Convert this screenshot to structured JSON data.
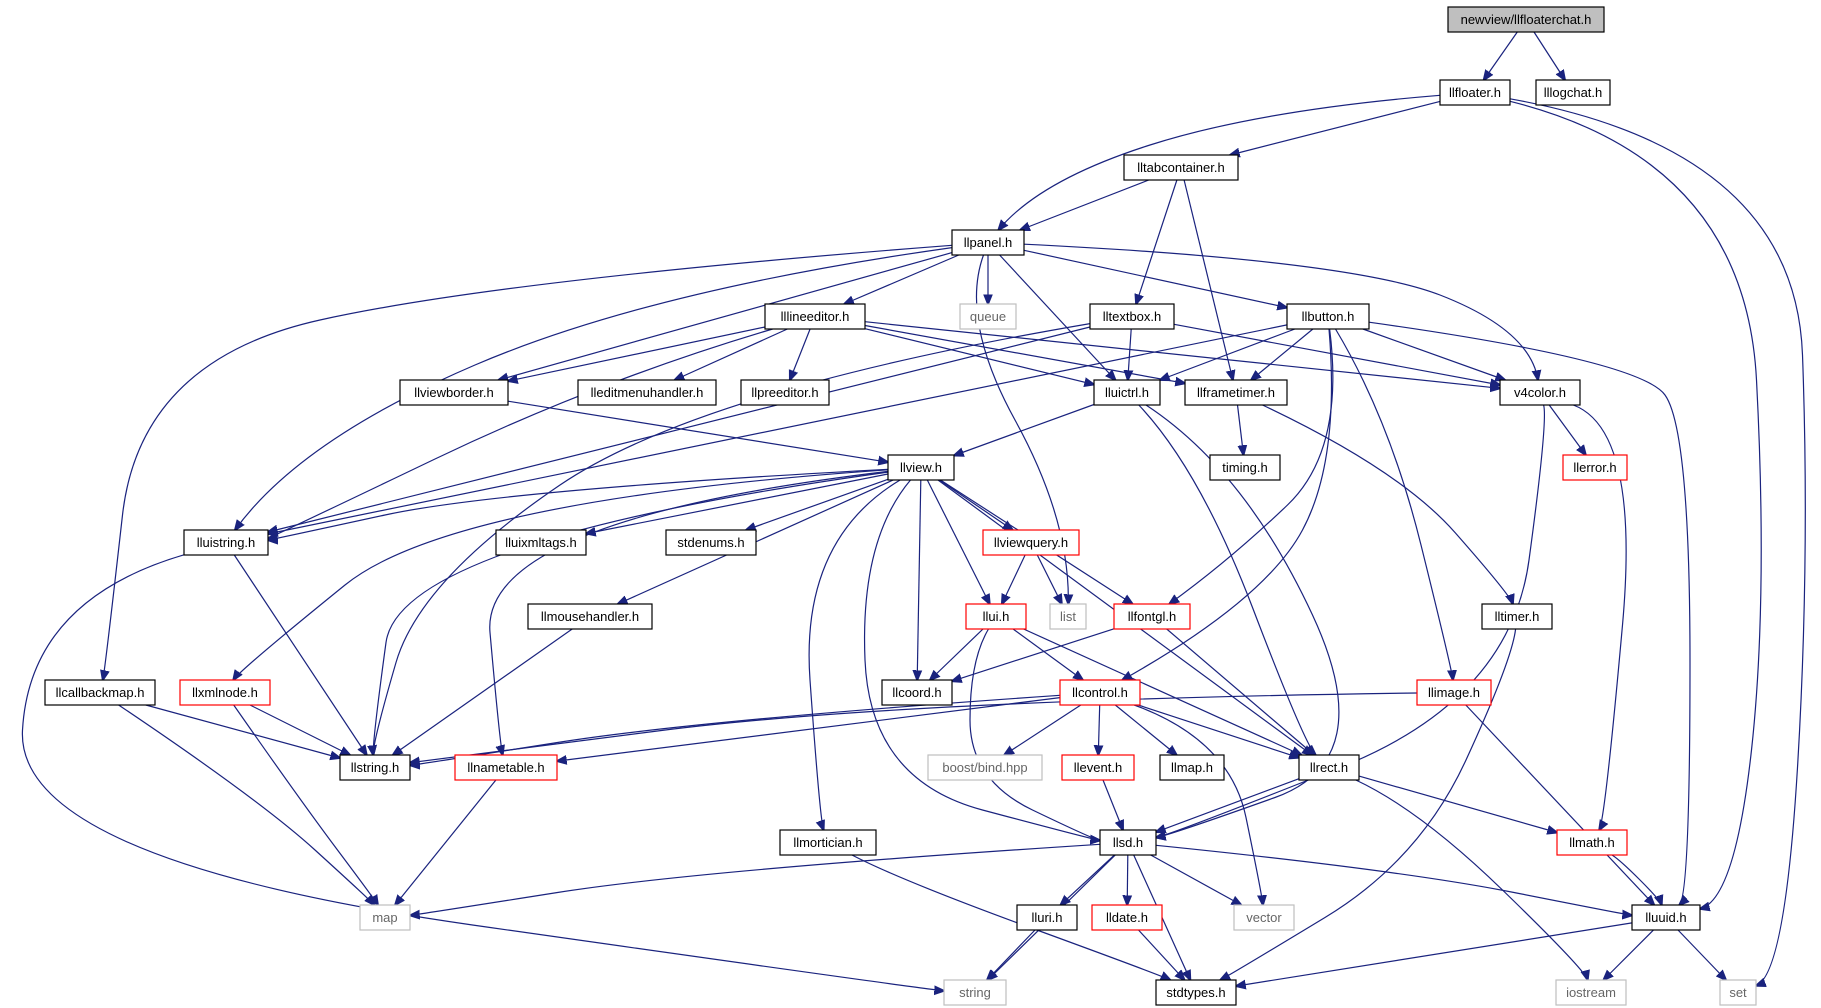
{
  "colors": {
    "edge": "#1a237e",
    "root_fill": "#bfbfbf",
    "node_border": "#000000",
    "undocumented_border": "#ff0000",
    "external_border": "#bfbfbf",
    "external_text": "#666666",
    "text": "#000000"
  },
  "nodes": [
    {
      "id": "root",
      "label": "newview/llfloaterchat.h",
      "kind": "root"
    },
    {
      "id": "llfloater",
      "label": "llfloater.h",
      "kind": "normal"
    },
    {
      "id": "lllogchat",
      "label": "lllogchat.h",
      "kind": "normal"
    },
    {
      "id": "lltabcontainer",
      "label": "lltabcontainer.h",
      "kind": "normal"
    },
    {
      "id": "llpanel",
      "label": "llpanel.h",
      "kind": "normal"
    },
    {
      "id": "queue",
      "label": "queue",
      "kind": "external"
    },
    {
      "id": "lllineeditor",
      "label": "lllineeditor.h",
      "kind": "normal"
    },
    {
      "id": "lltextbox",
      "label": "lltextbox.h",
      "kind": "normal"
    },
    {
      "id": "llbutton",
      "label": "llbutton.h",
      "kind": "normal"
    },
    {
      "id": "llviewborder",
      "label": "llviewborder.h",
      "kind": "normal"
    },
    {
      "id": "lleditmenuhandler",
      "label": "lleditmenuhandler.h",
      "kind": "normal"
    },
    {
      "id": "llpreeditor",
      "label": "llpreeditor.h",
      "kind": "normal"
    },
    {
      "id": "lluictrl",
      "label": "lluictrl.h",
      "kind": "normal"
    },
    {
      "id": "llframetimer",
      "label": "llframetimer.h",
      "kind": "normal"
    },
    {
      "id": "v4color",
      "label": "v4color.h",
      "kind": "normal"
    },
    {
      "id": "llview",
      "label": "llview.h",
      "kind": "normal"
    },
    {
      "id": "timing",
      "label": "timing.h",
      "kind": "normal"
    },
    {
      "id": "llerror",
      "label": "llerror.h",
      "kind": "undocumented"
    },
    {
      "id": "lluistring",
      "label": "lluistring.h",
      "kind": "normal"
    },
    {
      "id": "lluixmltags",
      "label": "lluixmltags.h",
      "kind": "normal"
    },
    {
      "id": "stdenums",
      "label": "stdenums.h",
      "kind": "normal"
    },
    {
      "id": "llviewquery",
      "label": "llviewquery.h",
      "kind": "undocumented"
    },
    {
      "id": "llmousehandler",
      "label": "llmousehandler.h",
      "kind": "normal"
    },
    {
      "id": "llui",
      "label": "llui.h",
      "kind": "undocumented"
    },
    {
      "id": "list",
      "label": "list",
      "kind": "external"
    },
    {
      "id": "llfontgl",
      "label": "llfontgl.h",
      "kind": "undocumented"
    },
    {
      "id": "lltimer",
      "label": "lltimer.h",
      "kind": "normal"
    },
    {
      "id": "llcallbackmap",
      "label": "llcallbackmap.h",
      "kind": "normal"
    },
    {
      "id": "llxmlnode",
      "label": "llxmlnode.h",
      "kind": "undocumented"
    },
    {
      "id": "llcoord",
      "label": "llcoord.h",
      "kind": "normal"
    },
    {
      "id": "llcontrol",
      "label": "llcontrol.h",
      "kind": "undocumented"
    },
    {
      "id": "llimage",
      "label": "llimage.h",
      "kind": "undocumented"
    },
    {
      "id": "llstring",
      "label": "llstring.h",
      "kind": "normal"
    },
    {
      "id": "llnametable",
      "label": "llnametable.h",
      "kind": "undocumented"
    },
    {
      "id": "boostbind",
      "label": "boost/bind.hpp",
      "kind": "external"
    },
    {
      "id": "llevent",
      "label": "llevent.h",
      "kind": "undocumented"
    },
    {
      "id": "llmap",
      "label": "llmap.h",
      "kind": "normal"
    },
    {
      "id": "llrect",
      "label": "llrect.h",
      "kind": "normal"
    },
    {
      "id": "llmortician",
      "label": "llmortician.h",
      "kind": "normal"
    },
    {
      "id": "llsd",
      "label": "llsd.h",
      "kind": "normal"
    },
    {
      "id": "llmath",
      "label": "llmath.h",
      "kind": "undocumented"
    },
    {
      "id": "map",
      "label": "map",
      "kind": "external"
    },
    {
      "id": "lluri",
      "label": "lluri.h",
      "kind": "normal"
    },
    {
      "id": "lldate",
      "label": "lldate.h",
      "kind": "undocumented"
    },
    {
      "id": "vector",
      "label": "vector",
      "kind": "external"
    },
    {
      "id": "lluuid",
      "label": "lluuid.h",
      "kind": "normal"
    },
    {
      "id": "string",
      "label": "string",
      "kind": "external"
    },
    {
      "id": "stdtypes",
      "label": "stdtypes.h",
      "kind": "normal"
    },
    {
      "id": "iostream",
      "label": "iostream",
      "kind": "external"
    },
    {
      "id": "set",
      "label": "set",
      "kind": "external"
    }
  ],
  "edges": [
    [
      "root",
      "llfloater"
    ],
    [
      "root",
      "lllogchat"
    ],
    [
      "llfloater",
      "lltabcontainer"
    ],
    [
      "llfloater",
      "llpanel"
    ],
    [
      "llfloater",
      "lluuid"
    ],
    [
      "llfloater",
      "set"
    ],
    [
      "lltabcontainer",
      "llpanel"
    ],
    [
      "lltabcontainer",
      "lltextbox"
    ],
    [
      "lltabcontainer",
      "llframetimer"
    ],
    [
      "llpanel",
      "queue"
    ],
    [
      "llpanel",
      "lllineeditor"
    ],
    [
      "llpanel",
      "llbutton"
    ],
    [
      "llpanel",
      "llviewborder"
    ],
    [
      "llpanel",
      "lluictrl"
    ],
    [
      "llpanel",
      "v4color"
    ],
    [
      "llpanel",
      "lluistring"
    ],
    [
      "llpanel",
      "llcallbackmap"
    ],
    [
      "llpanel",
      "list"
    ],
    [
      "lllineeditor",
      "llviewborder"
    ],
    [
      "lllineeditor",
      "lleditmenuhandler"
    ],
    [
      "lllineeditor",
      "llpreeditor"
    ],
    [
      "lllineeditor",
      "lluictrl"
    ],
    [
      "lllineeditor",
      "llframetimer"
    ],
    [
      "lllineeditor",
      "v4color"
    ],
    [
      "lllineeditor",
      "lluistring"
    ],
    [
      "lltextbox",
      "lluictrl"
    ],
    [
      "lltextbox",
      "v4color"
    ],
    [
      "lltextbox",
      "lluistring"
    ],
    [
      "lltextbox",
      "llstring"
    ],
    [
      "llbutton",
      "lluictrl"
    ],
    [
      "llbutton",
      "llframetimer"
    ],
    [
      "llbutton",
      "v4color"
    ],
    [
      "llbutton",
      "llfontgl"
    ],
    [
      "llbutton",
      "llimage"
    ],
    [
      "llbutton",
      "llcontrol"
    ],
    [
      "llbutton",
      "lluuid"
    ],
    [
      "llbutton",
      "lluistring"
    ],
    [
      "llviewborder",
      "llview"
    ],
    [
      "lluictrl",
      "llview"
    ],
    [
      "lluictrl",
      "llrect"
    ],
    [
      "lluictrl",
      "llsd"
    ],
    [
      "llframetimer",
      "timing"
    ],
    [
      "llframetimer",
      "lltimer"
    ],
    [
      "v4color",
      "llerror"
    ],
    [
      "v4color",
      "llmath"
    ],
    [
      "v4color",
      "llsd"
    ],
    [
      "llview",
      "lluistring"
    ],
    [
      "llview",
      "lluixmltags"
    ],
    [
      "llview",
      "stdenums"
    ],
    [
      "llview",
      "llviewquery"
    ],
    [
      "llview",
      "llmousehandler"
    ],
    [
      "llview",
      "llui"
    ],
    [
      "llview",
      "llfontgl"
    ],
    [
      "llview",
      "llcoord"
    ],
    [
      "llview",
      "llxmlnode"
    ],
    [
      "llview",
      "llstring"
    ],
    [
      "llview",
      "llnametable"
    ],
    [
      "llview",
      "llmortician"
    ],
    [
      "llview",
      "llsd"
    ],
    [
      "llview",
      "llrect"
    ],
    [
      "llviewquery",
      "llui"
    ],
    [
      "llviewquery",
      "list"
    ],
    [
      "llui",
      "llcoord"
    ],
    [
      "llui",
      "llcontrol"
    ],
    [
      "llui",
      "llrect"
    ],
    [
      "llui",
      "llsd"
    ],
    [
      "llfontgl",
      "llcoord"
    ],
    [
      "llfontgl",
      "llrect"
    ],
    [
      "lluistring",
      "llstring"
    ],
    [
      "lluistring",
      "string"
    ],
    [
      "llmousehandler",
      "llstring"
    ],
    [
      "llcallbackmap",
      "llstring"
    ],
    [
      "llcallbackmap",
      "map"
    ],
    [
      "llxmlnode",
      "llstring"
    ],
    [
      "llxmlnode",
      "map"
    ],
    [
      "llcontrol",
      "llstring"
    ],
    [
      "llcontrol",
      "llnametable"
    ],
    [
      "llcontrol",
      "boostbind"
    ],
    [
      "llcontrol",
      "llevent"
    ],
    [
      "llcontrol",
      "llmap"
    ],
    [
      "llcontrol",
      "llrect"
    ],
    [
      "llcontrol",
      "vector"
    ],
    [
      "llimage",
      "llstring"
    ],
    [
      "llimage",
      "lluuid"
    ],
    [
      "llnametable",
      "map"
    ],
    [
      "llevent",
      "llsd"
    ],
    [
      "llrect",
      "llsd"
    ],
    [
      "llrect",
      "llmath"
    ],
    [
      "llrect",
      "iostream"
    ],
    [
      "lltimer",
      "stdtypes"
    ],
    [
      "llmortician",
      "stdtypes"
    ],
    [
      "llsd",
      "map"
    ],
    [
      "llsd",
      "lluri"
    ],
    [
      "llsd",
      "lldate"
    ],
    [
      "llsd",
      "vector"
    ],
    [
      "llsd",
      "lluuid"
    ],
    [
      "llsd",
      "string"
    ],
    [
      "llsd",
      "stdtypes"
    ],
    [
      "llmath",
      "lluuid"
    ],
    [
      "lluri",
      "string"
    ],
    [
      "lldate",
      "stdtypes"
    ],
    [
      "lluuid",
      "stdtypes"
    ],
    [
      "lluuid",
      "iostream"
    ],
    [
      "lluuid",
      "set"
    ]
  ]
}
